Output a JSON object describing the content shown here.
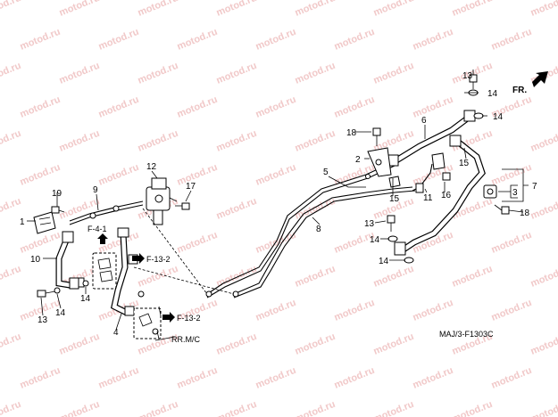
{
  "diagram": {
    "code": "MAJ/3-F1303C",
    "direction_label": "FR.",
    "watermark": "motod.ru",
    "callouts": [
      {
        "id": "c1",
        "text": "1"
      },
      {
        "id": "c2",
        "text": "2"
      },
      {
        "id": "c3",
        "text": "3"
      },
      {
        "id": "c4",
        "text": "4"
      },
      {
        "id": "c5",
        "text": "5"
      },
      {
        "id": "c6",
        "text": "6"
      },
      {
        "id": "c7",
        "text": "7"
      },
      {
        "id": "c8",
        "text": "8"
      },
      {
        "id": "c9",
        "text": "9"
      },
      {
        "id": "c10",
        "text": "10"
      },
      {
        "id": "c11",
        "text": "11"
      },
      {
        "id": "c12",
        "text": "12"
      },
      {
        "id": "c13a",
        "text": "13"
      },
      {
        "id": "c13b",
        "text": "13"
      },
      {
        "id": "c13c",
        "text": "13"
      },
      {
        "id": "c14a",
        "text": "14"
      },
      {
        "id": "c14b",
        "text": "14"
      },
      {
        "id": "c14c",
        "text": "14"
      },
      {
        "id": "c14d",
        "text": "14"
      },
      {
        "id": "c14e",
        "text": "14"
      },
      {
        "id": "c14f",
        "text": "14"
      },
      {
        "id": "c15a",
        "text": "15"
      },
      {
        "id": "c15b",
        "text": "15"
      },
      {
        "id": "c16",
        "text": "16"
      },
      {
        "id": "c17",
        "text": "17"
      },
      {
        "id": "c18a",
        "text": "18"
      },
      {
        "id": "c18b",
        "text": "18"
      },
      {
        "id": "c19",
        "text": "19"
      }
    ],
    "references": {
      "f41": "F-4-1",
      "f132a": "F-13-2",
      "f132b": "F-13-2",
      "rrmc": "RR.M/C"
    }
  }
}
